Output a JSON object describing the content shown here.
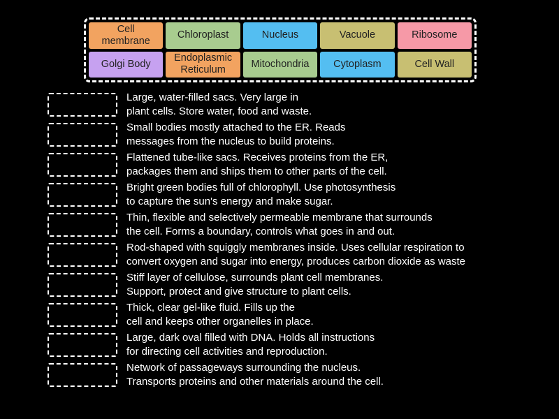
{
  "colors": {
    "background": "#000000",
    "board_border": "#ffffff",
    "slot_border": "#ffffff",
    "tile_text": "#222222",
    "definition_text": "#ffffff"
  },
  "board": {
    "tiles": [
      {
        "label": "Cell\nmembrane",
        "color": "#f2a360"
      },
      {
        "label": "Chloroplast",
        "color": "#a8cc8f"
      },
      {
        "label": "Nucleus",
        "color": "#54bef1"
      },
      {
        "label": "Vacuole",
        "color": "#c8bf72"
      },
      {
        "label": "Ribosome",
        "color": "#f699a7"
      },
      {
        "label": "Golgi Body",
        "color": "#c6a1f0"
      },
      {
        "label": "Endoplasmic\nReticulum",
        "color": "#f2a360"
      },
      {
        "label": "Mitochondria",
        "color": "#a8cc8f"
      },
      {
        "label": "Cytoplasm",
        "color": "#54bef1"
      },
      {
        "label": "Cell Wall",
        "color": "#c8bf72"
      }
    ]
  },
  "definitions": [
    {
      "text": "Large, water-filled sacs. Very large in\nplant cells. Store water, food and waste."
    },
    {
      "text": "Small bodies mostly attached to the ER. Reads\nmessages from the nucleus to build proteins."
    },
    {
      "text": "Flattened tube-like sacs. Receives proteins from the ER,\npackages them and ships them to other parts of the cell."
    },
    {
      "text": "Bright green bodies full of chlorophyll. Use photosynthesis\nto capture the sun's energy and make sugar."
    },
    {
      "text": "Thin, flexible and selectively permeable membrane that surrounds\nthe cell. Forms a boundary, controls what goes in and out."
    },
    {
      "text": "Rod-shaped with squiggly membranes inside. Uses cellular respiration to\nconvert oxygen and sugar into energy, produces carbon dioxide as waste"
    },
    {
      "text": "Stiff layer of cellulose, surrounds plant cell membranes.\nSupport, protect and give structure to plant cells."
    },
    {
      "text": "Thick, clear gel-like fluid. Fills up the\ncell and keeps other organelles in place."
    },
    {
      "text": "Large, dark oval filled with DNA. Holds all instructions\nfor directing cell activities and reproduction."
    },
    {
      "text": "Network of passageways surrounding the nucleus.\nTransports proteins and other materials around the cell."
    }
  ]
}
